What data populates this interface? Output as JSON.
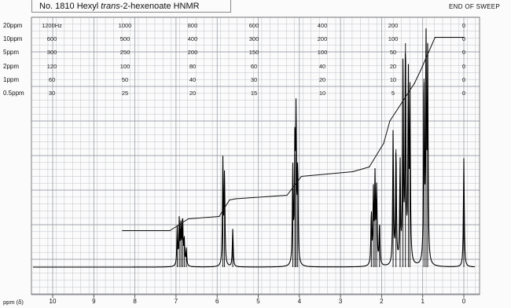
{
  "chart_data": {
    "type": "line",
    "title_parts": {
      "prefix": "No. 1810 Hexyl ",
      "italic": "trans",
      "suffix": "-2-hexenoate HNMR"
    },
    "end_label": "END OF SWEEP",
    "xlabel": "ppm (δ)",
    "x_reversed": true,
    "xlim": [
      10.5,
      -0.3
    ],
    "x_ticks": [
      10,
      9,
      8,
      7,
      6,
      5,
      4,
      3,
      2,
      1,
      0
    ],
    "grid": true,
    "sweep_scales": [
      {
        "label": "20ppm",
        "values": [
          "1200Hz",
          "1000",
          "800",
          "600",
          "400",
          "200",
          "0"
        ]
      },
      {
        "label": "10ppm",
        "values": [
          "600",
          "500",
          "400",
          "300",
          "200",
          "100",
          "0"
        ]
      },
      {
        "label": "5ppm",
        "values": [
          "300",
          "250",
          "200",
          "150",
          "100",
          "50",
          "0"
        ]
      },
      {
        "label": "2ppm",
        "values": [
          "120",
          "100",
          "80",
          "60",
          "40",
          "20",
          "0"
        ]
      },
      {
        "label": "1ppm",
        "values": [
          "60",
          "50",
          "40",
          "30",
          "20",
          "10",
          "0"
        ]
      },
      {
        "label": "0.5ppm",
        "values": [
          "30",
          "25",
          "20",
          "15",
          "10",
          "5",
          "0"
        ]
      }
    ],
    "peaks": [
      {
        "ppm": 6.97,
        "height": 0.16
      },
      {
        "ppm": 6.92,
        "height": 0.19
      },
      {
        "ppm": 6.88,
        "height": 0.17
      },
      {
        "ppm": 6.84,
        "height": 0.2
      },
      {
        "ppm": 6.8,
        "height": 0.11
      },
      {
        "ppm": 6.75,
        "height": 0.07
      },
      {
        "ppm": 5.86,
        "height": 0.44
      },
      {
        "ppm": 5.82,
        "height": 0.38
      },
      {
        "ppm": 5.62,
        "height": 0.16
      },
      {
        "ppm": 4.16,
        "height": 0.4
      },
      {
        "ppm": 4.11,
        "height": 0.48
      },
      {
        "ppm": 4.08,
        "height": 0.62
      },
      {
        "ppm": 4.04,
        "height": 0.4
      },
      {
        "ppm": 2.25,
        "height": 0.22
      },
      {
        "ppm": 2.2,
        "height": 0.3
      },
      {
        "ppm": 2.16,
        "height": 0.36
      },
      {
        "ppm": 2.12,
        "height": 0.32
      },
      {
        "ppm": 2.05,
        "height": 0.18
      },
      {
        "ppm": 1.72,
        "height": 0.56
      },
      {
        "ppm": 1.65,
        "height": 0.5
      },
      {
        "ppm": 1.55,
        "height": 0.42
      },
      {
        "ppm": 1.48,
        "height": 0.84
      },
      {
        "ppm": 1.42,
        "height": 0.95
      },
      {
        "ppm": 1.35,
        "height": 0.78
      },
      {
        "ppm": 1.31,
        "height": 0.7
      },
      {
        "ppm": 0.97,
        "height": 0.8
      },
      {
        "ppm": 0.92,
        "height": 0.92
      },
      {
        "ppm": 0.88,
        "height": 0.86
      },
      {
        "ppm": 0.0,
        "height": 0.46
      }
    ],
    "integral": [
      {
        "ppm": 8.3,
        "level": 0.155
      },
      {
        "ppm": 7.15,
        "level": 0.155
      },
      {
        "ppm": 6.7,
        "level": 0.205
      },
      {
        "ppm": 5.95,
        "level": 0.215
      },
      {
        "ppm": 5.7,
        "level": 0.285
      },
      {
        "ppm": 5.55,
        "level": 0.29
      },
      {
        "ppm": 4.3,
        "level": 0.305
      },
      {
        "ppm": 3.95,
        "level": 0.385
      },
      {
        "ppm": 2.7,
        "level": 0.405
      },
      {
        "ppm": 2.3,
        "level": 0.425
      },
      {
        "ppm": 1.95,
        "level": 0.525
      },
      {
        "ppm": 1.8,
        "level": 0.62
      },
      {
        "ppm": 1.2,
        "level": 0.78
      },
      {
        "ppm": 1.05,
        "level": 0.835
      },
      {
        "ppm": 0.7,
        "level": 0.975
      },
      {
        "ppm": 0.0,
        "level": 0.975
      }
    ]
  }
}
